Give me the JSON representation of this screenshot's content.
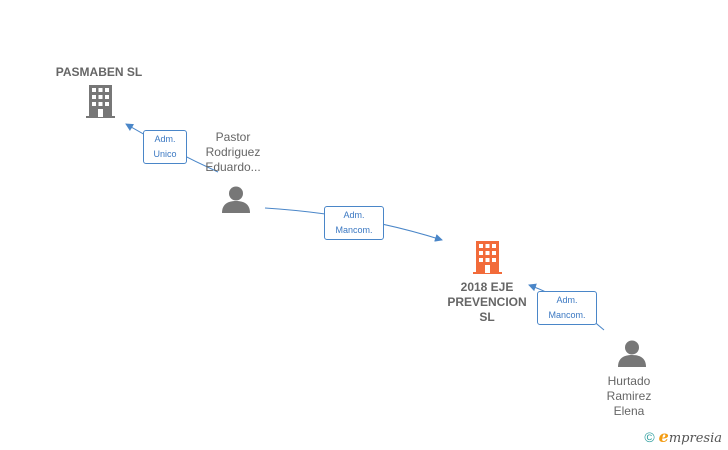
{
  "nodes": {
    "pasmaben": {
      "type": "company",
      "label": "PASMABEN SL",
      "color": "#777777"
    },
    "pastor": {
      "type": "person",
      "label_lines": [
        "Pastor",
        "Rodriguez",
        "Eduardo..."
      ],
      "color": "#777777"
    },
    "eje": {
      "type": "company",
      "label_lines": [
        "2018 EJE",
        "PREVENCION",
        "SL"
      ],
      "color": "#f26b3a"
    },
    "hurtado": {
      "type": "person",
      "label_lines": [
        "Hurtado",
        "Ramirez",
        "Elena"
      ],
      "color": "#777777"
    }
  },
  "relations": [
    {
      "from": "pastor",
      "to": "pasmaben",
      "role_lines": [
        "Adm.",
        "Unico"
      ]
    },
    {
      "from": "pastor",
      "to": "eje",
      "role_lines": [
        "Adm.",
        "Mancom."
      ]
    },
    {
      "from": "hurtado",
      "to": "eje",
      "role_lines": [
        "Adm.",
        "Mancom."
      ]
    }
  ],
  "footer": {
    "copyright_symbol": "©",
    "brand_initial": "e",
    "brand_rest": "mpresia"
  },
  "colors": {
    "edge": "#4a86c8",
    "company_main": "#f26b3a",
    "company_other": "#777777",
    "person": "#777777"
  }
}
